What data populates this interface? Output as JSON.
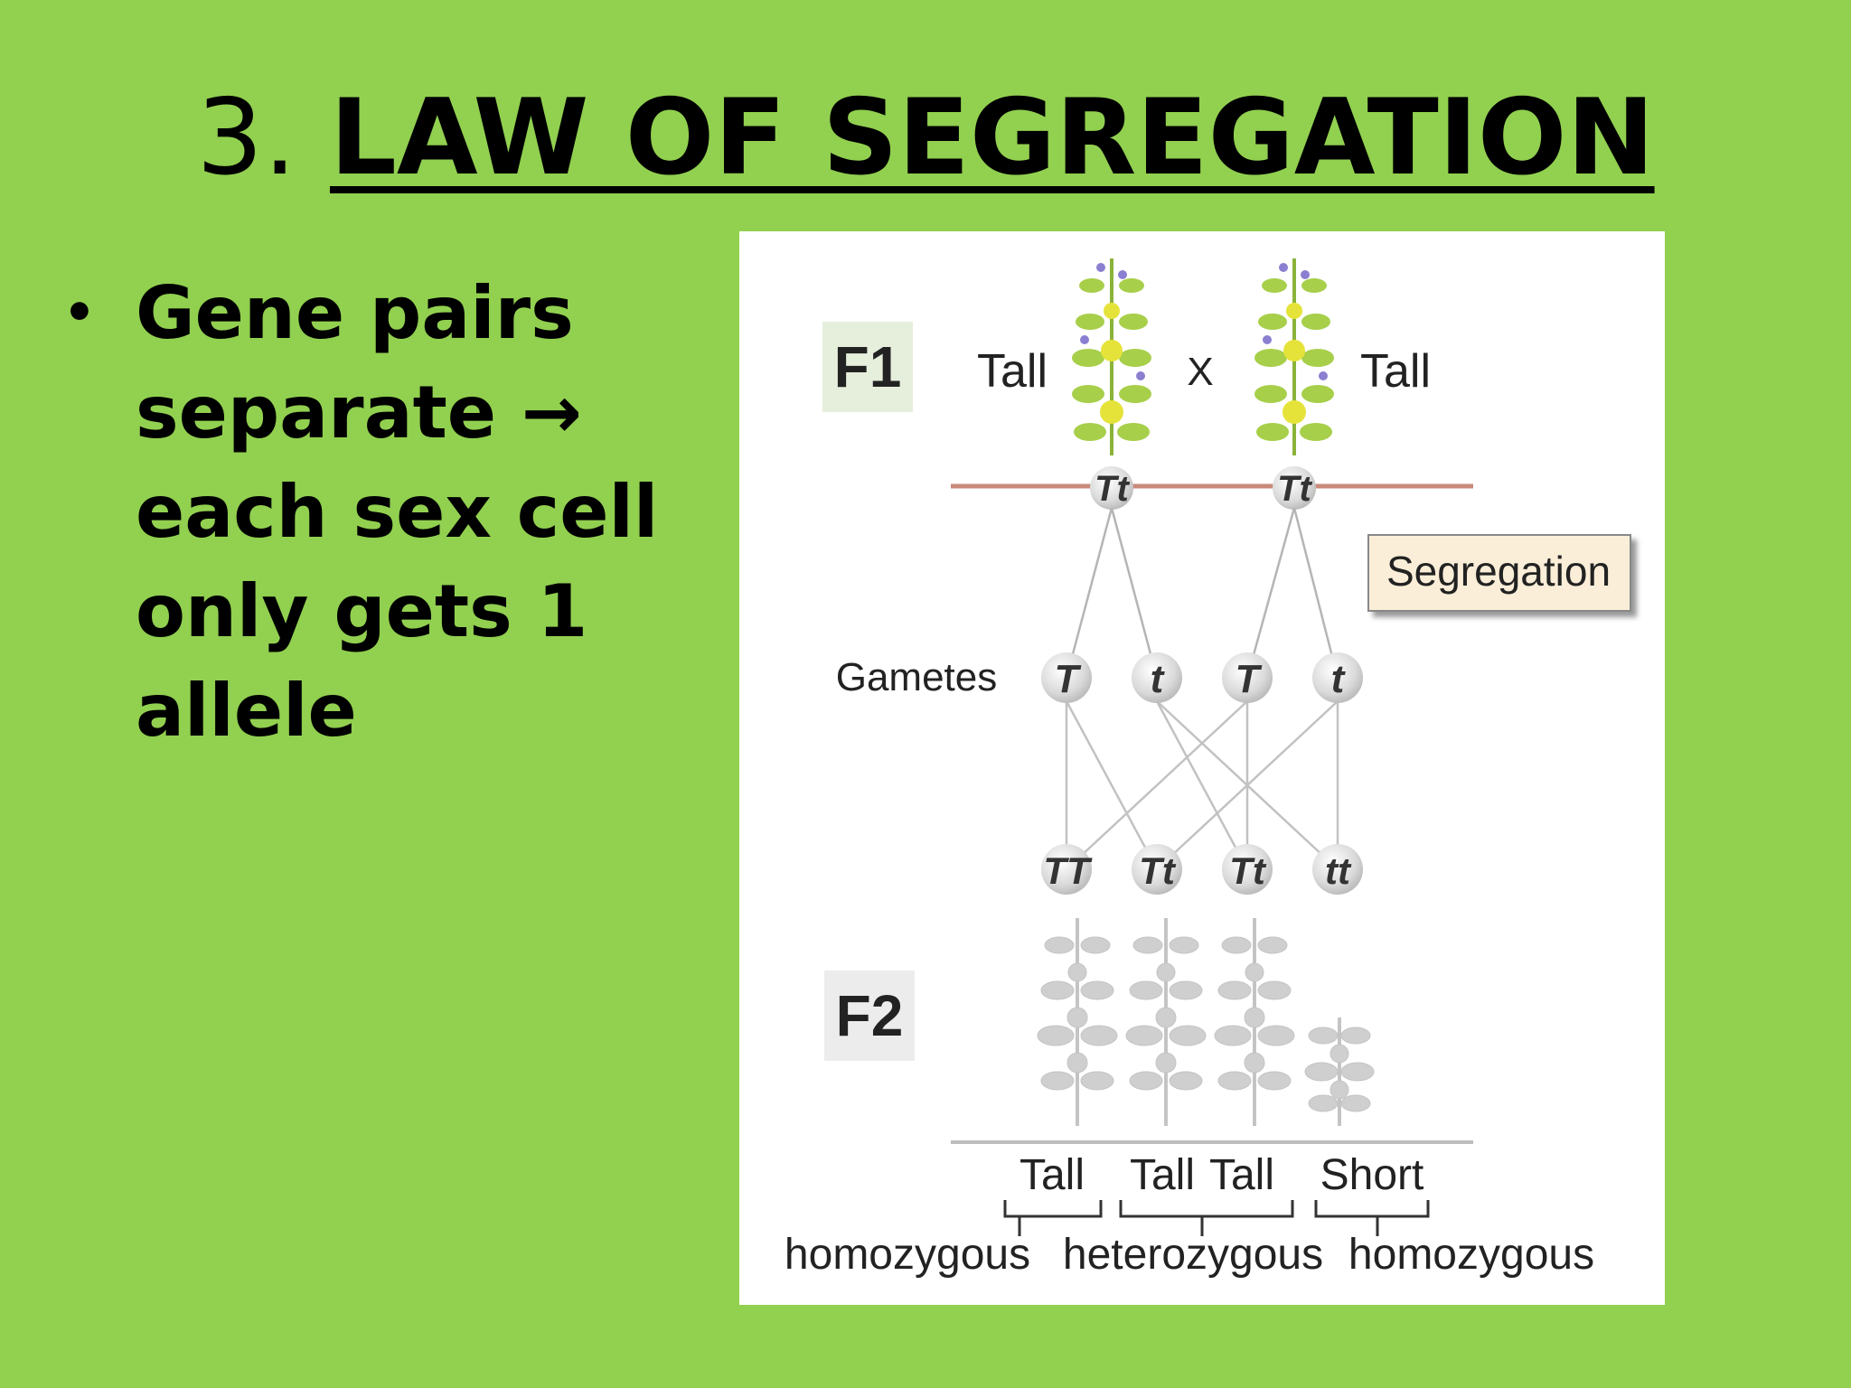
{
  "slide": {
    "title_number": "3.",
    "title_text": "LAW OF SEGREGATION",
    "bullet": "Gene pairs separate → each sex cell only gets 1 allele"
  },
  "diagram": {
    "f1_label": "F1",
    "f2_label": "F2",
    "parent_left_label": "Tall",
    "parent_right_label": "Tall",
    "cross_symbol": "X",
    "parent_left_genotype": "Tt",
    "parent_right_genotype": "Tt",
    "segregation_label": "Segregation",
    "gametes_label": "Gametes",
    "gametes": [
      "T",
      "t",
      "T",
      "t"
    ],
    "offspring_genotypes": [
      "TT",
      "Tt",
      "Tt",
      "tt"
    ],
    "phenotypes": [
      "Tall",
      "Tall",
      "Tall",
      "Short"
    ],
    "zygosity": [
      "homozygous",
      "heterozygous",
      "homozygous"
    ],
    "colors": {
      "background": "#92d050",
      "f1_plant": "#9bc43a",
      "f1_flower": "#e5e33a",
      "f2_plant": "#c9c9c9",
      "soil_line": "#c98a7a",
      "segregation_box": "#fbeed8"
    }
  }
}
